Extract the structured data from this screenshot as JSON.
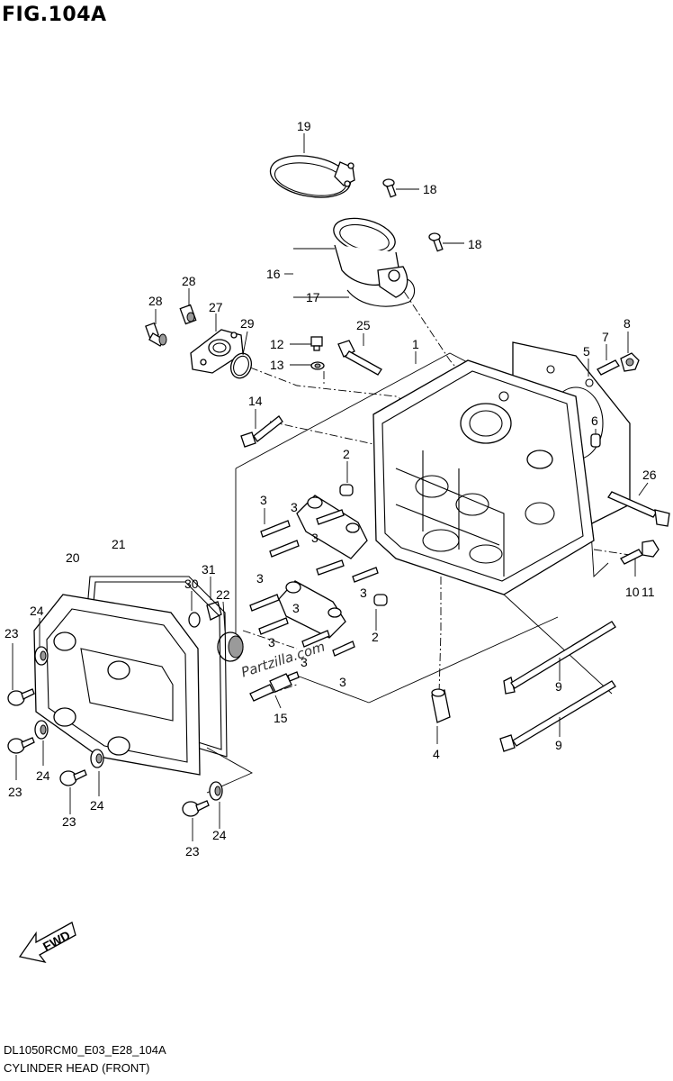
{
  "figure": {
    "title": "FIG.104A",
    "code": "DL1050RCM0_E03_E28_104A",
    "name": "CYLINDER HEAD (FRONT)",
    "watermark": "Partzilla.com",
    "direction_label": "FWD"
  },
  "callouts": [
    {
      "id": "c19",
      "text": "19"
    },
    {
      "id": "c18a",
      "text": "18"
    },
    {
      "id": "c18b",
      "text": "18"
    },
    {
      "id": "c16",
      "text": "16"
    },
    {
      "id": "c17",
      "text": "17"
    },
    {
      "id": "c28a",
      "text": "28"
    },
    {
      "id": "c28b",
      "text": "28"
    },
    {
      "id": "c27",
      "text": "27"
    },
    {
      "id": "c29",
      "text": "29"
    },
    {
      "id": "c25",
      "text": "25"
    },
    {
      "id": "c12",
      "text": "12"
    },
    {
      "id": "c13",
      "text": "13"
    },
    {
      "id": "c1",
      "text": "1"
    },
    {
      "id": "c5",
      "text": "5"
    },
    {
      "id": "c7",
      "text": "7"
    },
    {
      "id": "c8",
      "text": "8"
    },
    {
      "id": "c14",
      "text": "14"
    },
    {
      "id": "c6",
      "text": "6"
    },
    {
      "id": "c26",
      "text": "26"
    },
    {
      "id": "c2a",
      "text": "2"
    },
    {
      "id": "c3a",
      "text": "3"
    },
    {
      "id": "c21",
      "text": "21"
    },
    {
      "id": "c20",
      "text": "20"
    },
    {
      "id": "c3b",
      "text": "3"
    },
    {
      "id": "c3c",
      "text": "3"
    },
    {
      "id": "c3d",
      "text": "3"
    },
    {
      "id": "c31",
      "text": "31"
    },
    {
      "id": "c30",
      "text": "30"
    },
    {
      "id": "c22",
      "text": "22"
    },
    {
      "id": "c3e",
      "text": "3"
    },
    {
      "id": "c3f",
      "text": "3"
    },
    {
      "id": "c3g",
      "text": "3"
    },
    {
      "id": "c3h",
      "text": "3"
    },
    {
      "id": "c3i",
      "text": "3"
    },
    {
      "id": "c2b",
      "text": "2"
    },
    {
      "id": "c10",
      "text": "10"
    },
    {
      "id": "c11",
      "text": "11"
    },
    {
      "id": "c24a",
      "text": "24"
    },
    {
      "id": "c23a",
      "text": "23"
    },
    {
      "id": "c9a",
      "text": "9"
    },
    {
      "id": "c9b",
      "text": "9"
    },
    {
      "id": "c15",
      "text": "15"
    },
    {
      "id": "c4",
      "text": "4"
    },
    {
      "id": "c24b",
      "text": "24"
    },
    {
      "id": "c23b",
      "text": "23"
    },
    {
      "id": "c24c",
      "text": "24"
    },
    {
      "id": "c23c",
      "text": "23"
    },
    {
      "id": "c24d",
      "text": "24"
    },
    {
      "id": "c23d",
      "text": "23"
    }
  ]
}
